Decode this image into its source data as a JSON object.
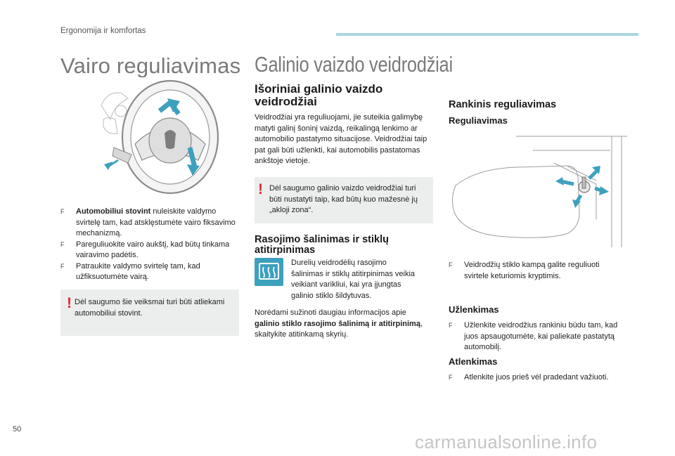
{
  "header": {
    "section": "Ergonomija ir komfortas",
    "rule_color": "#a9d6df"
  },
  "left": {
    "title": "Vairo reguliavimas",
    "bullets": [
      {
        "bold": "Automobiliui stovint",
        "text": " nuleiskite valdymo svirtelę tam, kad atsklęstumėte vairo fiksavimo mechanizmą."
      },
      {
        "bold": "",
        "text": "Pareguliuokite vairo aukštį, kad būtų tinkama vairavimo padėtis."
      },
      {
        "bold": "",
        "text": "Patraukite valdymo svirtelę tam, kad užfiksuotumėte vairą."
      }
    ],
    "warning": "Dėl saugumo šie veiksmai turi būti atliekami automobiliui stovint."
  },
  "right": {
    "title": "Galinio vaizdo veidrodžiai",
    "exterior": {
      "heading": "Išoriniai galinio vaizdo veidrodžiai",
      "body": "Veidrodžiai yra reguliuojami, jie suteikia galimybę matyti galinį šoninį vaizdą, reikalingą lenkimo ar automobilio pastatymo situacijose. Veidrodžiai taip pat gali būti užlenkti, kai automobilis pastatomas ankštoje vietoje.",
      "warning": "Dėl saugumo galinio vaizdo veidrodžiai turi būti nustatyti taip, kad būtų kuo mažesnė jų „akloji zona“."
    },
    "defrost": {
      "heading": "Rasojimo šalinimas ir stiklų atitirpinimas",
      "body": "Durelių veidrodėlių rasojimo šalinimas ir stiklų atitirpinimas veikia veikiant varikliui, kai yra įjungtas galinio stiklo šildytuvas.",
      "more_1": "Norėdami sužinoti daugiau informacijos apie ",
      "more_bold": "galinio stiklo rasojimo šalinimą ir atitirpinimą",
      "more_2": ", skaitykite atitinkamą skyrių."
    },
    "manual": {
      "heading": "Rankinis reguliavimas",
      "sub_adjust": "Reguliavimas",
      "adjust_bullet": "Veidrodžių stiklo kampą galite reguliuoti svirtele keturiomis kryptimis.",
      "sub_fold": "Užlenkimas",
      "fold_bullet": "Užlenkite veidrodžius rankiniu būdu tam, kad juos apsaugotumėte, kai paliekate pastatytą automobilį.",
      "sub_unfold": "Atlenkimas",
      "unfold_bullet": "Atlenkite juos prieš vėl pradedant važiuoti."
    }
  },
  "bullet_marker": "F",
  "warning_marker": "!",
  "page_number": "50",
  "watermark": "carmanualsonline.info",
  "colors": {
    "accent": "#3ea0bf",
    "warning": "#e0282e",
    "panel": "#eceeee",
    "title": "#7a7a7a"
  }
}
